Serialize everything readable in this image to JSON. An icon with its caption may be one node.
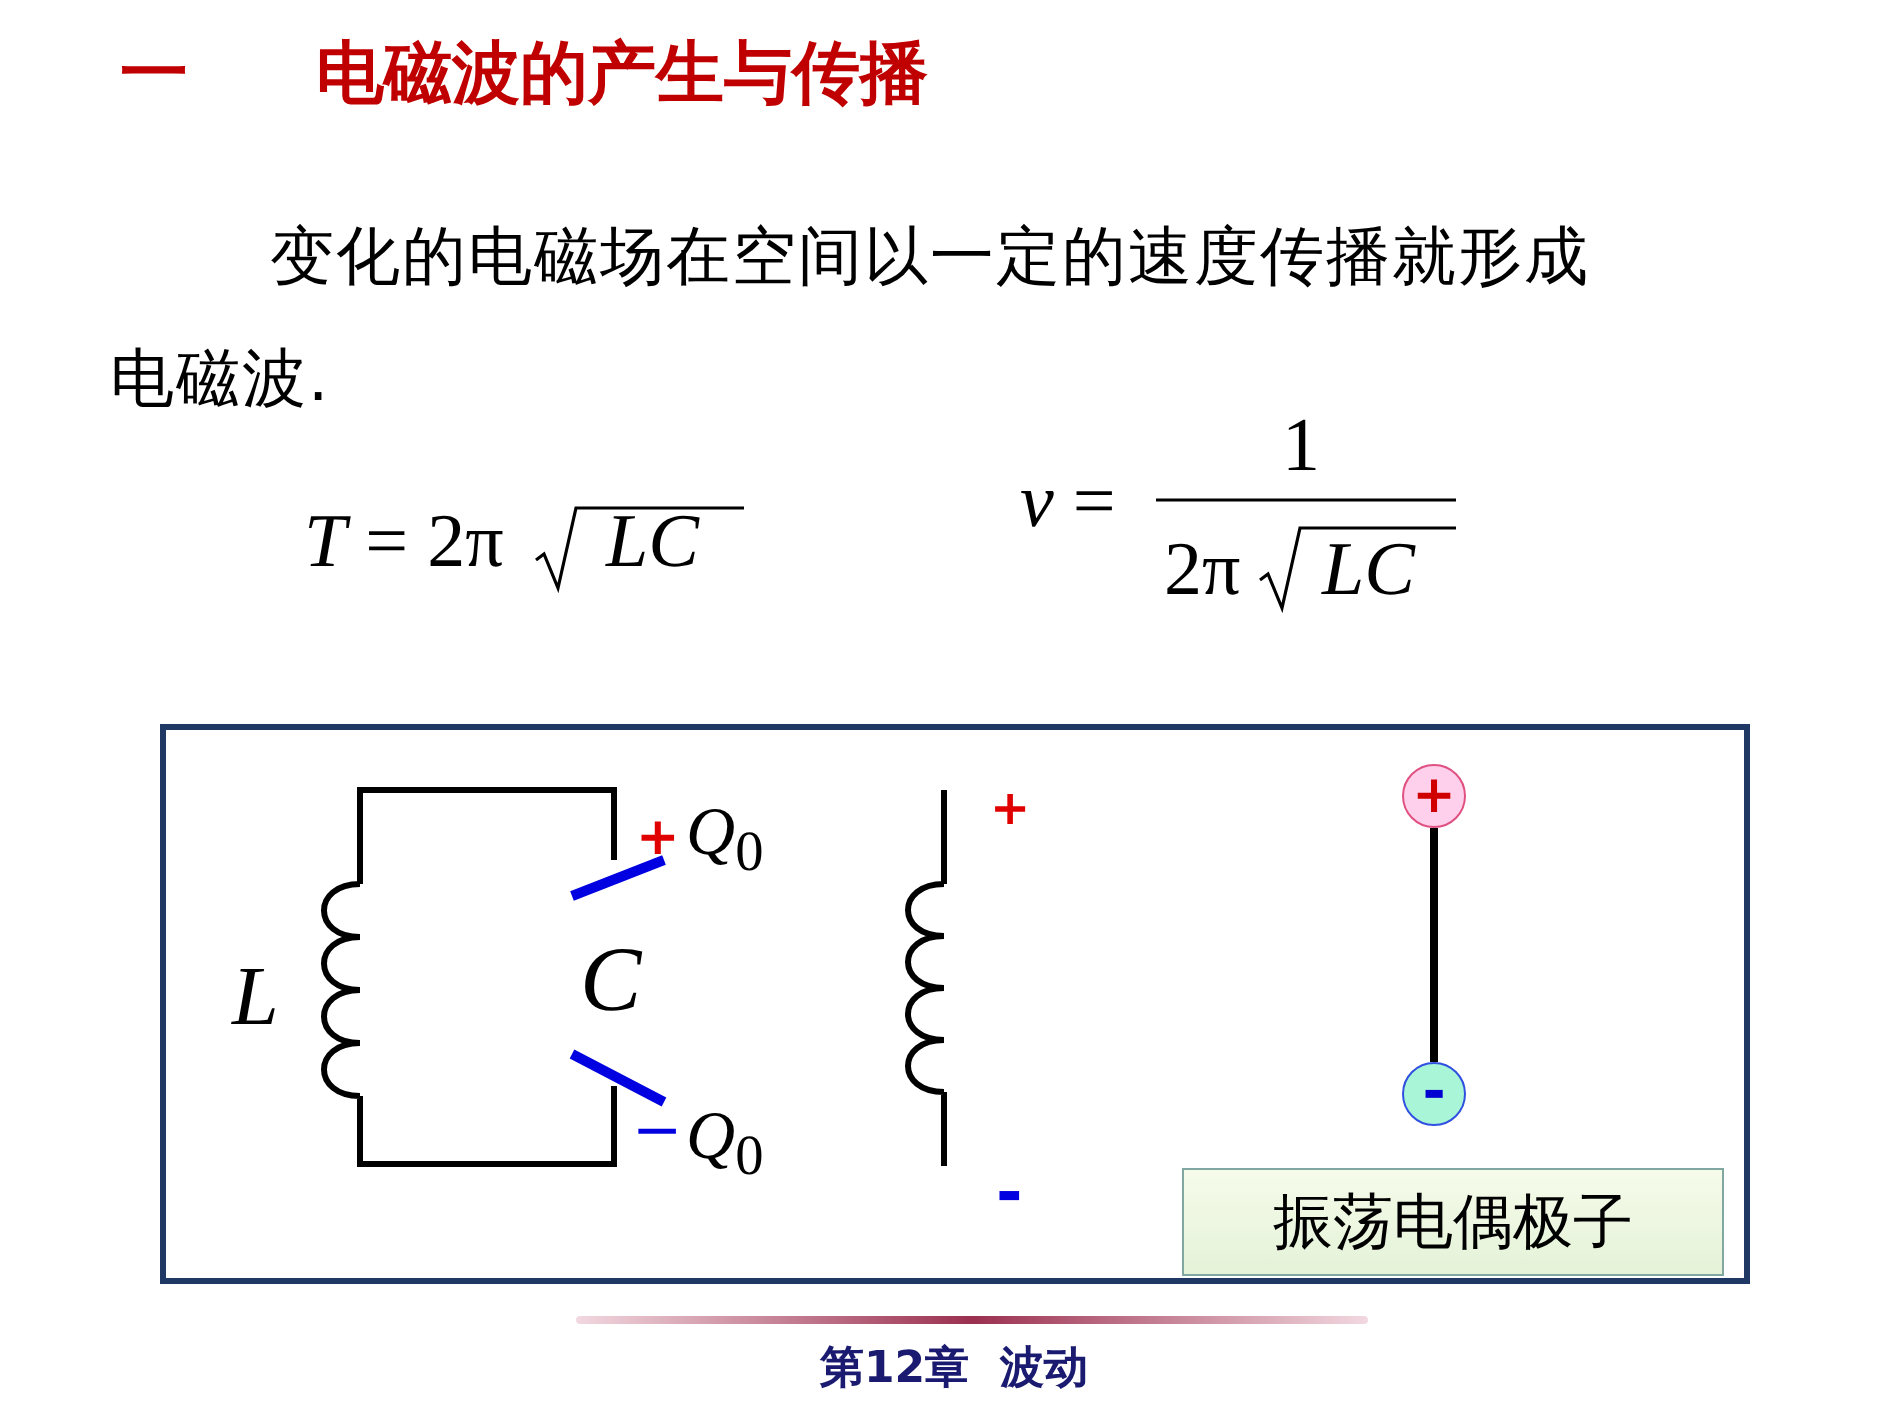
{
  "diagram": {
    "title": "一 电磁波的产生与传播",
    "nodes": [
      {
        "text": [],
        "shape": "box"
      },
      {
        "text": [
          "+"
        ],
        "in": 0
      },
      {
        "text": [
          "-"
        ],
        "in": 0
      },
      {
        "text": [
          "振荡电偶极子"
        ],
        "in": 0
      }
    ],
    "edges": [
      {
        "from": 1,
        "to": 2,
        "arrow": "none"
      }
    ],
    "labels": [
      "变化的电磁场在空间以一定的速度传播就形成电磁波.",
      "*T* = 2π",
      "LC",
      "*ν* =",
      "1",
      "2π",
      "LC",
      "+",
      "*Q*$_{0}$",
      "L",
      "C",
      "−",
      "*Q*$_{0}$",
      "+",
      "-",
      "第12章  波动"
    ]
  }
}
